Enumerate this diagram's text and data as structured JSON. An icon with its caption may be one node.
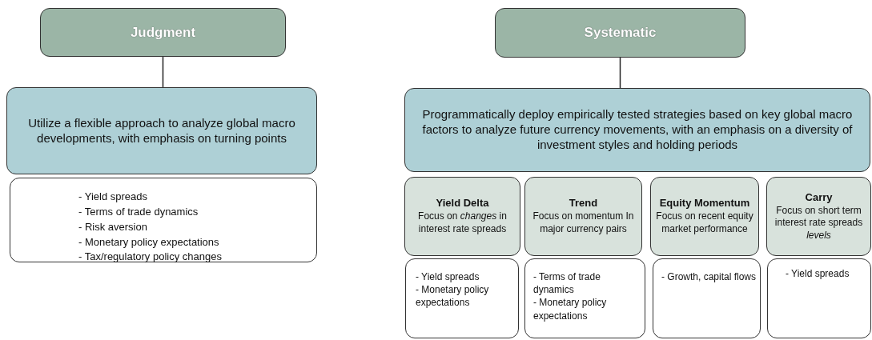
{
  "diagram": {
    "nodes": [
      {
        "text": [
          "Judgment"
        ]
      },
      {
        "text": [
          "Utilize a flexible approach to analyze global macro developments, with emphasis on turning points"
        ]
      },
      {
        "text": [
          "- Yield spreads",
          "- Terms of trade dynamics",
          "- Risk aversion",
          "- Monetary policy expectations",
          "- Tax/regulatory policy changes"
        ]
      },
      {
        "text": [
          "Systematic"
        ]
      },
      {
        "text": [
          "Programmatically deploy empirically tested strategies based on key global macro factors to analyze future currency movements, with an emphasis on a diversity of investment styles and holding periods"
        ]
      },
      {
        "text": [
          "Yield Delta",
          "Focus on *changes* in interest rate spreads"
        ]
      },
      {
        "text": [
          "Trend",
          "Focus on momentum In major currency pairs"
        ]
      },
      {
        "text": [
          "Equity Momentum",
          "Focus on recent equity market performance"
        ]
      },
      {
        "text": [
          "Carry",
          "Focus on short term interest rate spreads *levels*"
        ]
      },
      {
        "text": [
          "- Yield spreads",
          "- Monetary policy expectations"
        ]
      },
      {
        "text": [
          "- Terms of trade dynamics",
          "- Monetary policy expectations"
        ]
      },
      {
        "text": [
          "- Growth, capital flows"
        ]
      },
      {
        "text": [
          "- Yield spreads"
        ]
      }
    ],
    "edges": [
      {
        "from": 0,
        "to": 1,
        "arrow": "none"
      },
      {
        "from": 3,
        "to": 4,
        "arrow": "none"
      }
    ]
  }
}
